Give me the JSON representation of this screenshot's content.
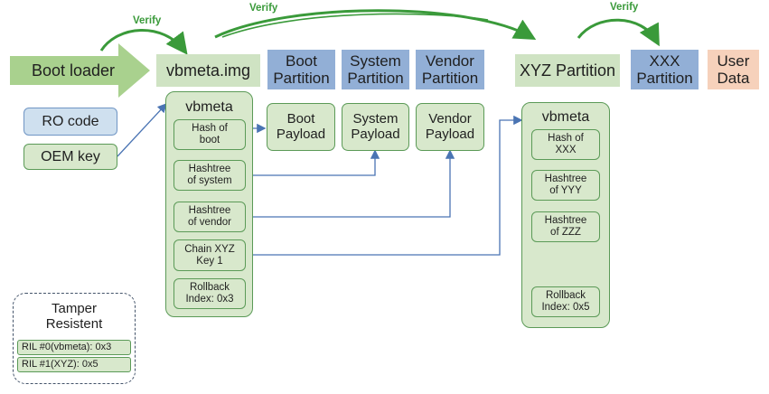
{
  "verify_label": "Verify",
  "boot_loader": "Boot loader",
  "vbmeta_img": "vbmeta.img",
  "partitions": {
    "boot": "Boot\nPartition",
    "system": "System\nPartition",
    "vendor": "Vendor\nPartition",
    "xyz": "XYZ Partition",
    "xxx": "XXX\nPartition",
    "user_data": "User\nData"
  },
  "payloads": {
    "boot": "Boot\nPayload",
    "system": "System\nPayload",
    "vendor": "Vendor\nPayload"
  },
  "ro_code": "RO code",
  "oem_key": "OEM key",
  "vbmeta_main": {
    "title": "vbmeta",
    "entries": [
      "Hash of\nboot",
      "Hashtree\nof system",
      "Hashtree\nof vendor",
      "Chain XYZ\nKey 1",
      "Rollback\nIndex: 0x3"
    ]
  },
  "vbmeta_xyz": {
    "title": "vbmeta",
    "entries": [
      "Hash of\nXXX",
      "Hashtree\nof YYY",
      "Hashtree\nof ZZZ",
      "Rollback\nIndex: 0x5"
    ]
  },
  "tamper": {
    "title": "Tamper\nResistent",
    "rows": [
      "RIL #0(vbmeta): 0x3",
      "RIL #1(XYZ): 0x5"
    ]
  },
  "colors": {
    "green_header": "#cfe3c3",
    "blue_header": "#92afd6",
    "peach_header": "#f6d1bb",
    "box_fill": "#d8e8cc",
    "box_border": "#5b9a57",
    "connector": "#4a74b3",
    "verify_arrow": "#3a9a3a",
    "boot_arrow": "#a9d18e"
  }
}
